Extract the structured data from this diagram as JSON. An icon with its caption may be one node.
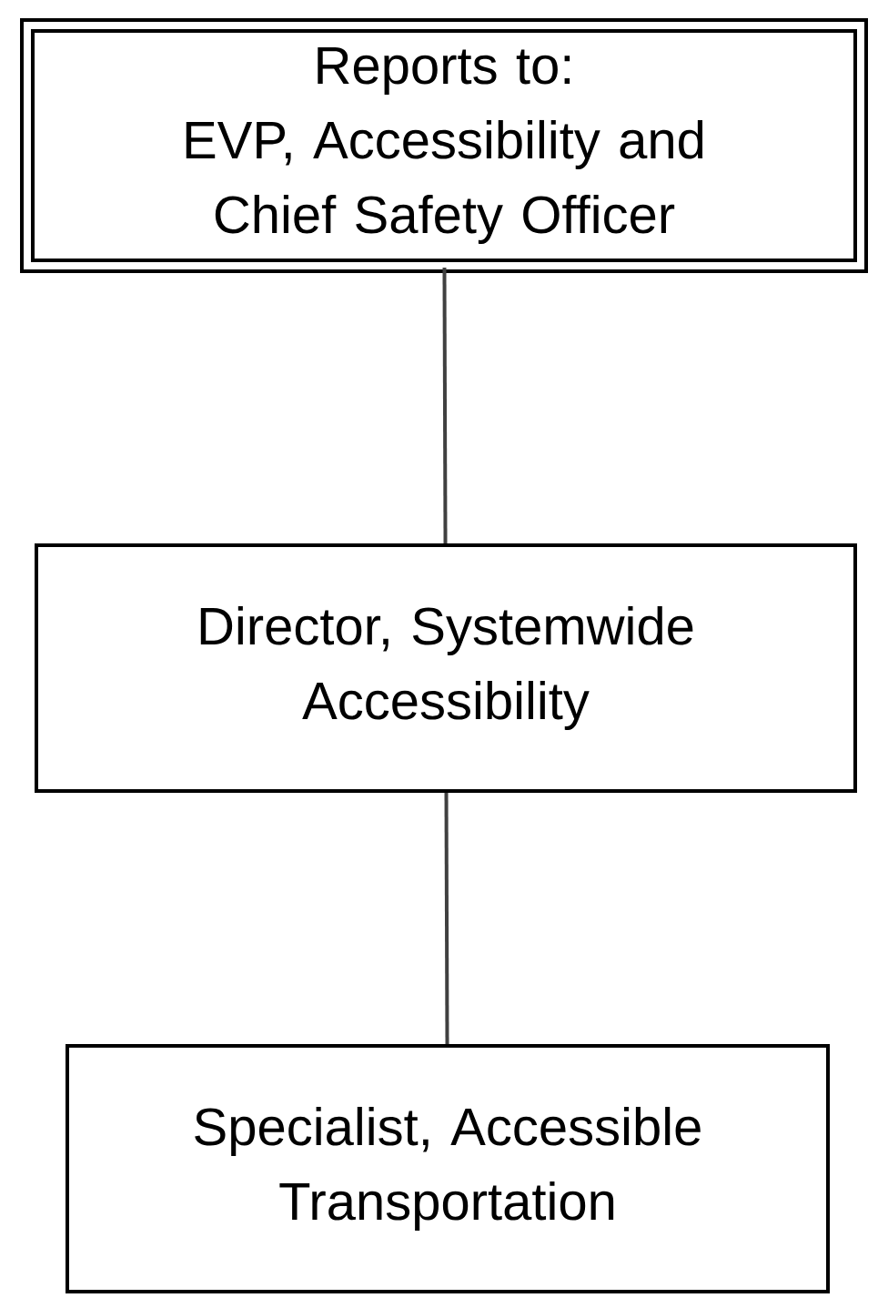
{
  "diagram": {
    "nodes": [
      {
        "text": [
          "Reports to:",
          "EVP, Accessibility and Chief Safety Officer"
        ]
      },
      {
        "text": [
          "Director, Systemwide Accessibility"
        ]
      },
      {
        "text": [
          "Specialist, Accessible Transportation"
        ]
      }
    ],
    "edges": [
      {
        "from": 0,
        "to": 1,
        "arrow": "none"
      },
      {
        "from": 1,
        "to": 2,
        "arrow": "none"
      }
    ]
  }
}
